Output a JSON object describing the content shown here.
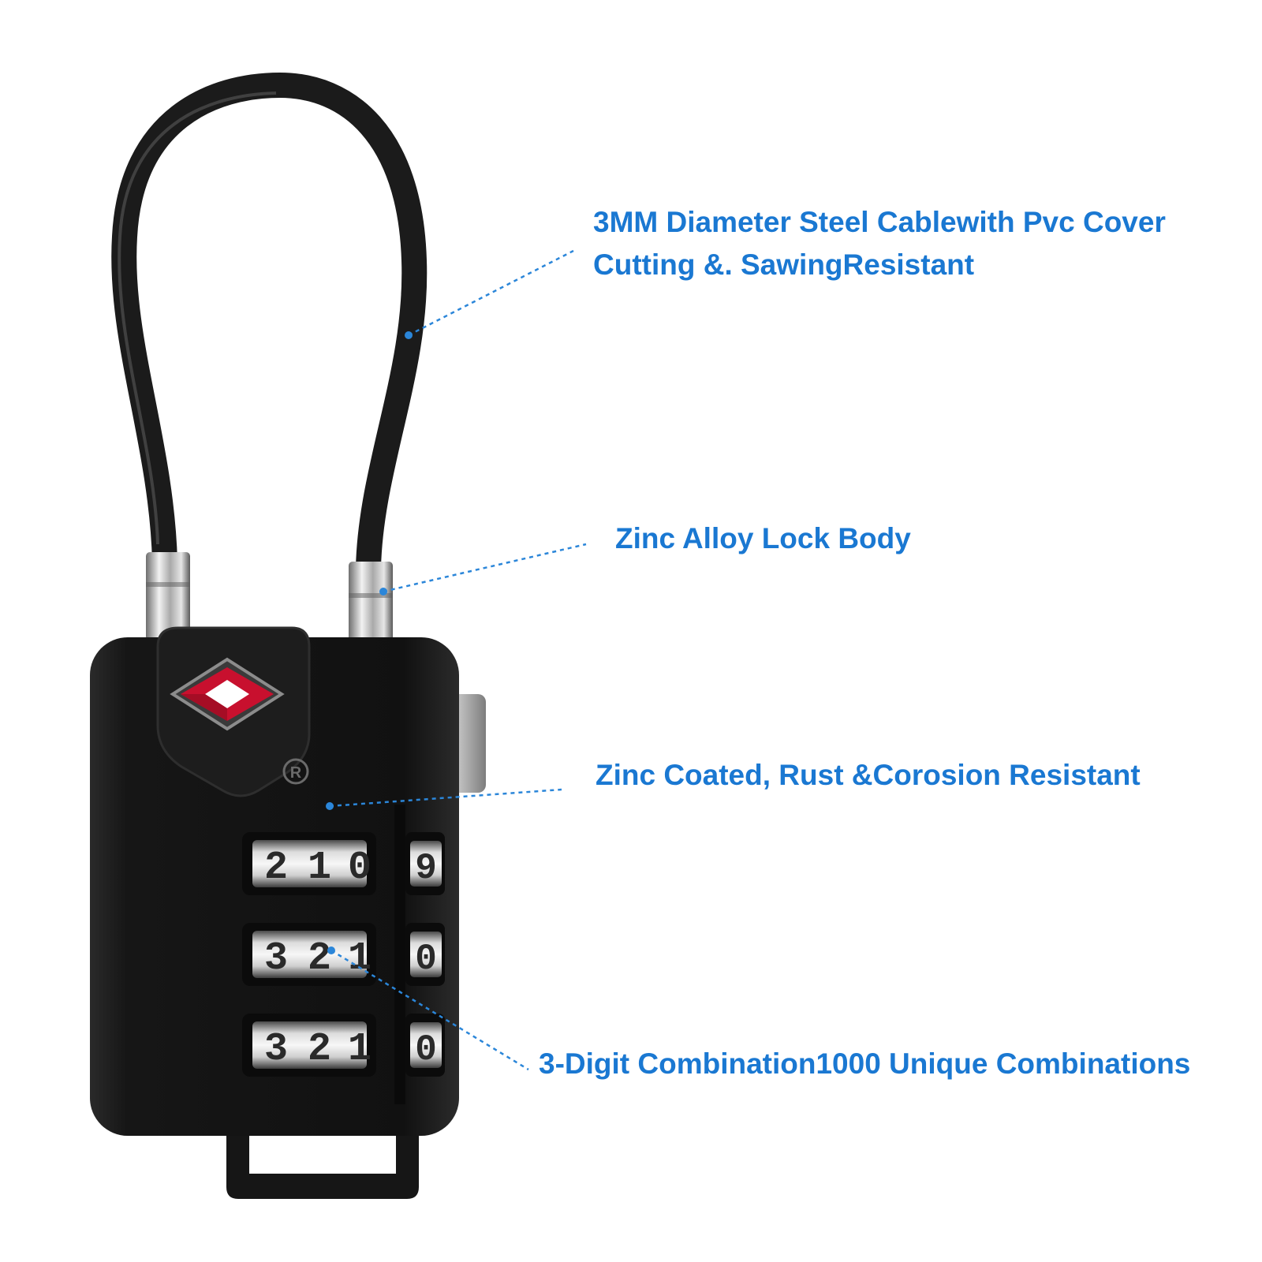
{
  "callouts": {
    "cable": {
      "line1": "3MM Diameter Steel Cablewith Pvc Cover",
      "line2": "Cutting &. SawingResistant"
    },
    "body": {
      "line1": "Zinc Alloy Lock Body"
    },
    "coating": {
      "line1": "Zinc Coated, Rust &Corosion Resistant"
    },
    "combination": {
      "line1": "3-Digit Combination1000 Unique Combinations"
    }
  },
  "lock": {
    "dial_rows": [
      [
        "2",
        "1",
        "0",
        "9"
      ],
      [
        "3",
        "2",
        "1",
        "0"
      ],
      [
        "3",
        "2",
        "1",
        "0"
      ]
    ],
    "registered_mark": "R"
  },
  "colors": {
    "callout_text": "#1a78d2",
    "leader_line": "#2b86d9",
    "lock_body": "#141414",
    "tsa_badge": "#c8102e",
    "chrome": "#b9b9b9"
  }
}
